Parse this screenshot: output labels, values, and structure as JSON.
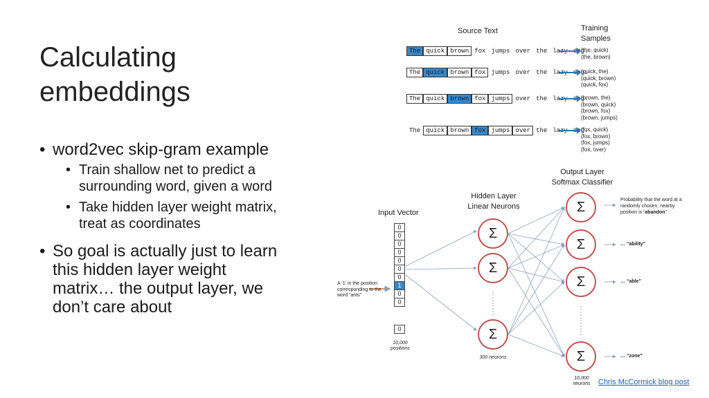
{
  "slide": {
    "title_line1": "Calculating",
    "title_line2": "embeddings",
    "bullet1": "word2vec skip-gram example",
    "sub1": "Train shallow net to predict a surrounding word, given a word",
    "sub2": "Take hidden layer weight matrix, treat as coordinates",
    "bullet2": "So goal is actually just to learn this hidden layer weight matrix… the output layer, we don’t care about",
    "credit": "Chris McCormick blog post"
  },
  "figure_top": {
    "source_label": "Source Text",
    "training_label_1": "Training",
    "training_label_2": "Samples",
    "tokens": [
      "The",
      "quick",
      "brown",
      "fox",
      "jumps",
      "over",
      "the",
      "lazy",
      "dog."
    ],
    "rows": [
      {
        "samples": [
          "(the, quick)",
          "(the, brown)"
        ]
      },
      {
        "samples": [
          "(quick, the)",
          "(quick, brown)",
          "(quick, fox)"
        ]
      },
      {
        "samples": [
          "(brown, the)",
          "(brown, quick)",
          "(brown, fox)",
          "(brown, jumps)"
        ]
      },
      {
        "samples": [
          "(fox, quick)",
          "(fox, brown)",
          "(fox, jumps)",
          "(fox, over)"
        ]
      }
    ]
  },
  "figure_net": {
    "input_label": "Input Vector",
    "hidden_label_1": "Hidden Layer",
    "hidden_label_2": "Linear Neurons",
    "output_label_1": "Output Layer",
    "output_label_2": "Softmax Classifier",
    "vector": [
      "0",
      "0",
      "0",
      "0",
      "0",
      "0",
      "0",
      "1",
      "0",
      "0"
    ],
    "vector_last": "0",
    "positions_1": "10,000",
    "positions_2": "positions",
    "hidden_count": "300 neurons",
    "output_count_1": "10,000",
    "output_count_2": "neurons",
    "note_1": "A ‘1’ in the position",
    "note_2": "corresponding to the",
    "note_3": "word “ants”",
    "sigma": "Σ",
    "prob_1": "Probability that the word at a",
    "prob_2": "randomly chosen, nearby",
    "prob_3_pre": "position is “",
    "prob_3_word": "abandon",
    "prob_3_post": "”",
    "out_abil": "… “ability”",
    "out_able": "… “able”",
    "out_zone": "… “zone”"
  },
  "colors": {
    "accent_blue": "#3a87c8",
    "node_red": "#c0504d",
    "arrow_blue": "#2e74b5",
    "link": "#1f5fbf"
  }
}
